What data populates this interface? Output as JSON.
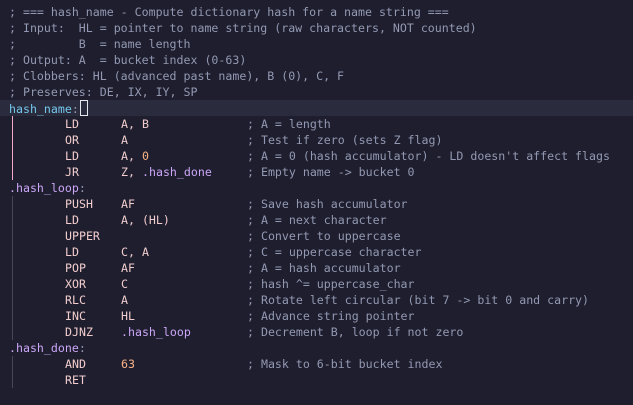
{
  "editor": {
    "header_comments": [
      "; === hash_name - Compute dictionary hash for a name string ===",
      "; Input:  HL = pointer to name string (raw characters, NOT counted)",
      ";         B  = name length",
      "; Output: A  = bucket index (0-63)",
      "; Clobbers: HL (advanced past name), B (0), C, F",
      "; Preserves: DE, IX, IY, SP"
    ],
    "label_hash_name": "hash_name",
    "label_hash_loop": ".hash_loop",
    "label_hash_done": ".hash_done",
    "colon": ":",
    "block1": [
      {
        "mn": "LD",
        "ops": [
          {
            "t": "A, B",
            "c": "op"
          }
        ],
        "comment": "; A = length"
      },
      {
        "mn": "OR",
        "ops": [
          {
            "t": "A",
            "c": "op"
          }
        ],
        "comment": "; Test if zero (sets Z flag)"
      },
      {
        "mn": "LD",
        "ops": [
          {
            "t": "A, ",
            "c": "op"
          },
          {
            "t": "0",
            "c": "num"
          }
        ],
        "comment": "; A = 0 (hash accumulator) - LD doesn't affect flags"
      },
      {
        "mn": "JR",
        "ops": [
          {
            "t": "Z, ",
            "c": "op"
          },
          {
            "t": ".hash_done",
            "c": "local"
          }
        ],
        "comment": "; Empty name -> bucket 0"
      }
    ],
    "block2": [
      {
        "mn": "PUSH",
        "ops": [
          {
            "t": "AF",
            "c": "op"
          }
        ],
        "comment": "; Save hash accumulator"
      },
      {
        "mn": "LD",
        "ops": [
          {
            "t": "A, (HL)",
            "c": "op"
          }
        ],
        "comment": "; A = next character"
      },
      {
        "mn": "UPPER",
        "ops": [],
        "comment": "; Convert to uppercase"
      },
      {
        "mn": "LD",
        "ops": [
          {
            "t": "C, A",
            "c": "op"
          }
        ],
        "comment": "; C = uppercase character"
      },
      {
        "mn": "POP",
        "ops": [
          {
            "t": "AF",
            "c": "op"
          }
        ],
        "comment": "; A = hash accumulator"
      },
      {
        "mn": "XOR",
        "ops": [
          {
            "t": "C",
            "c": "op"
          }
        ],
        "comment": "; hash ^= uppercase_char"
      },
      {
        "mn": "RLC",
        "ops": [
          {
            "t": "A",
            "c": "op"
          }
        ],
        "comment": "; Rotate left circular (bit 7 -> bit 0 and carry)"
      },
      {
        "mn": "INC",
        "ops": [
          {
            "t": "HL",
            "c": "op"
          }
        ],
        "comment": "; Advance string pointer"
      },
      {
        "mn": "DJNZ",
        "ops": [
          {
            "t": ".hash_loop",
            "c": "local"
          }
        ],
        "comment": "; Decrement B, loop if not zero"
      }
    ],
    "block3": [
      {
        "mn": "AND",
        "ops": [
          {
            "t": "63",
            "c": "num"
          }
        ],
        "comment": "; Mask to 6-bit bucket index"
      },
      {
        "mn": "RET",
        "ops": [],
        "comment": ""
      }
    ],
    "colors": {
      "background": "#1e1e2e",
      "current_line": "#2a2b3c",
      "comment": "#9399b2",
      "mnemonic": "#f2cdcd",
      "global_label": "#74c7ec",
      "local_label": "#cba6f7",
      "number": "#fab387",
      "active_guide": "#f5a8c8",
      "guide": "#45475a"
    }
  }
}
